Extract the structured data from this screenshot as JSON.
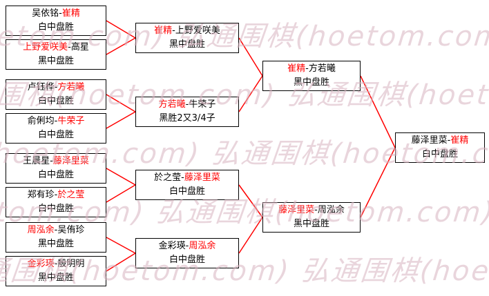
{
  "watermark": {
    "text": "弘通围棋(hoetom.com)"
  },
  "colors": {
    "connector": "#ff0000",
    "winner": "#ff0000",
    "text": "#000000",
    "border": "#000000",
    "background": "#ffffff",
    "watermark": "#d8b4c0"
  },
  "bracket": {
    "rounds": [
      {
        "name": "first-round",
        "matches": [
          {
            "player1": "吴依铭",
            "player2": "崔精",
            "winner": 2,
            "result": "白中盘胜"
          },
          {
            "player1": "上野爱咲美",
            "player2": "高星",
            "winner": 1,
            "result": "黑中盘胜"
          },
          {
            "player1": "卢钰桦",
            "player2": "方若曦",
            "winner": 2,
            "result": "白中盘胜"
          },
          {
            "player1": "俞俐均",
            "player2": "牛荣子",
            "winner": 2,
            "result": "白中盘胜"
          },
          {
            "player1": "王晨星",
            "player2": "藤泽里菜",
            "winner": 2,
            "result": "白中盘胜"
          },
          {
            "player1": "郑有珍",
            "player2": "於之莹",
            "winner": 2,
            "result": "白中盘胜"
          },
          {
            "player1": "周泓余",
            "player2": "吴侑珍",
            "winner": 1,
            "result": "黑中盘胜"
          },
          {
            "player1": "金彩瑛",
            "player2": "殷明明",
            "winner": 1,
            "result": "黑中盘胜"
          }
        ]
      },
      {
        "name": "second-round",
        "matches": [
          {
            "player1": "崔精",
            "player2": "上野爱咲美",
            "winner": 1,
            "result": "黑中盘胜"
          },
          {
            "player1": "方若曦",
            "player2": "牛荣子",
            "winner": 1,
            "result": "黑胜2又3/4子"
          },
          {
            "player1": "於之莹",
            "player2": "藤泽里菜",
            "winner": 2,
            "result": "白中盘胜"
          },
          {
            "player1": "金彩瑛",
            "player2": "周泓余",
            "winner": 2,
            "result": "白中盘胜"
          }
        ]
      },
      {
        "name": "semifinal",
        "matches": [
          {
            "player1": "崔精",
            "player2": "方若曦",
            "winner": 1,
            "result": "黑中盘胜"
          },
          {
            "player1": "藤泽里菜",
            "player2": "周泓余",
            "winner": 1,
            "result": "黑中盘胜"
          }
        ]
      },
      {
        "name": "final",
        "matches": [
          {
            "player1": "藤泽里菜",
            "player2": "崔精",
            "winner": 2,
            "result": "白中盘胜"
          }
        ]
      }
    ]
  }
}
